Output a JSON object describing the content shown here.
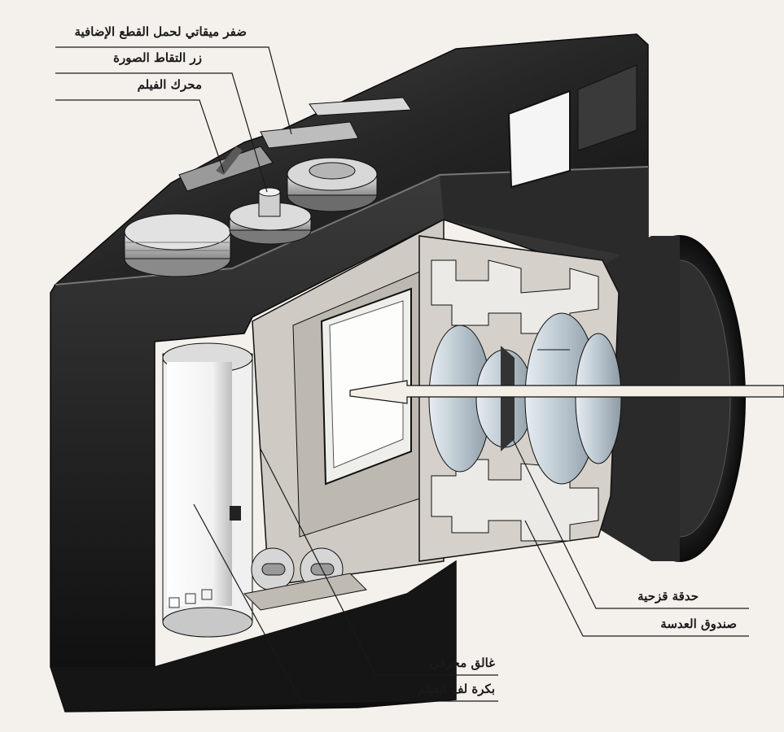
{
  "labels": {
    "flash_shoe": "ضفر ميقاتي لحمل القطع الإضافية",
    "shutter_button": "زر التقاط الصورة",
    "film_advance": "محرك الفيلم",
    "iris_diaphragm": "حدقة قزحية",
    "lens_barrel": "صندوق العدسة",
    "focal_plane_shutter": "غالق محرقي",
    "film_spool": "بكرة لف الفيلم"
  },
  "colors": {
    "background": "#f4f1ec",
    "body_dark": "#1b1b1b",
    "body_mid": "#3a3a3a",
    "cutaway": "#d9d6d0",
    "glass": "#c9d4dc",
    "line": "#1a1a1a"
  }
}
